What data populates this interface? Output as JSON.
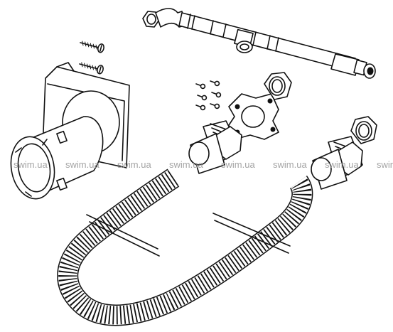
{
  "watermark": {
    "text": "swim.ua",
    "count": 8
  },
  "parts": [
    "pipe-with-elbow-and-tee",
    "wall-screws",
    "wall-mount-bracket",
    "nipple-screws",
    "flange-gasket",
    "lock-nut-top",
    "threaded-nipple-left",
    "lock-nut-right",
    "threaded-nipple-right",
    "corrugated-hose"
  ],
  "colors": {
    "line": "#111111",
    "background": "#ffffff",
    "watermark": "#9a9a9a"
  }
}
